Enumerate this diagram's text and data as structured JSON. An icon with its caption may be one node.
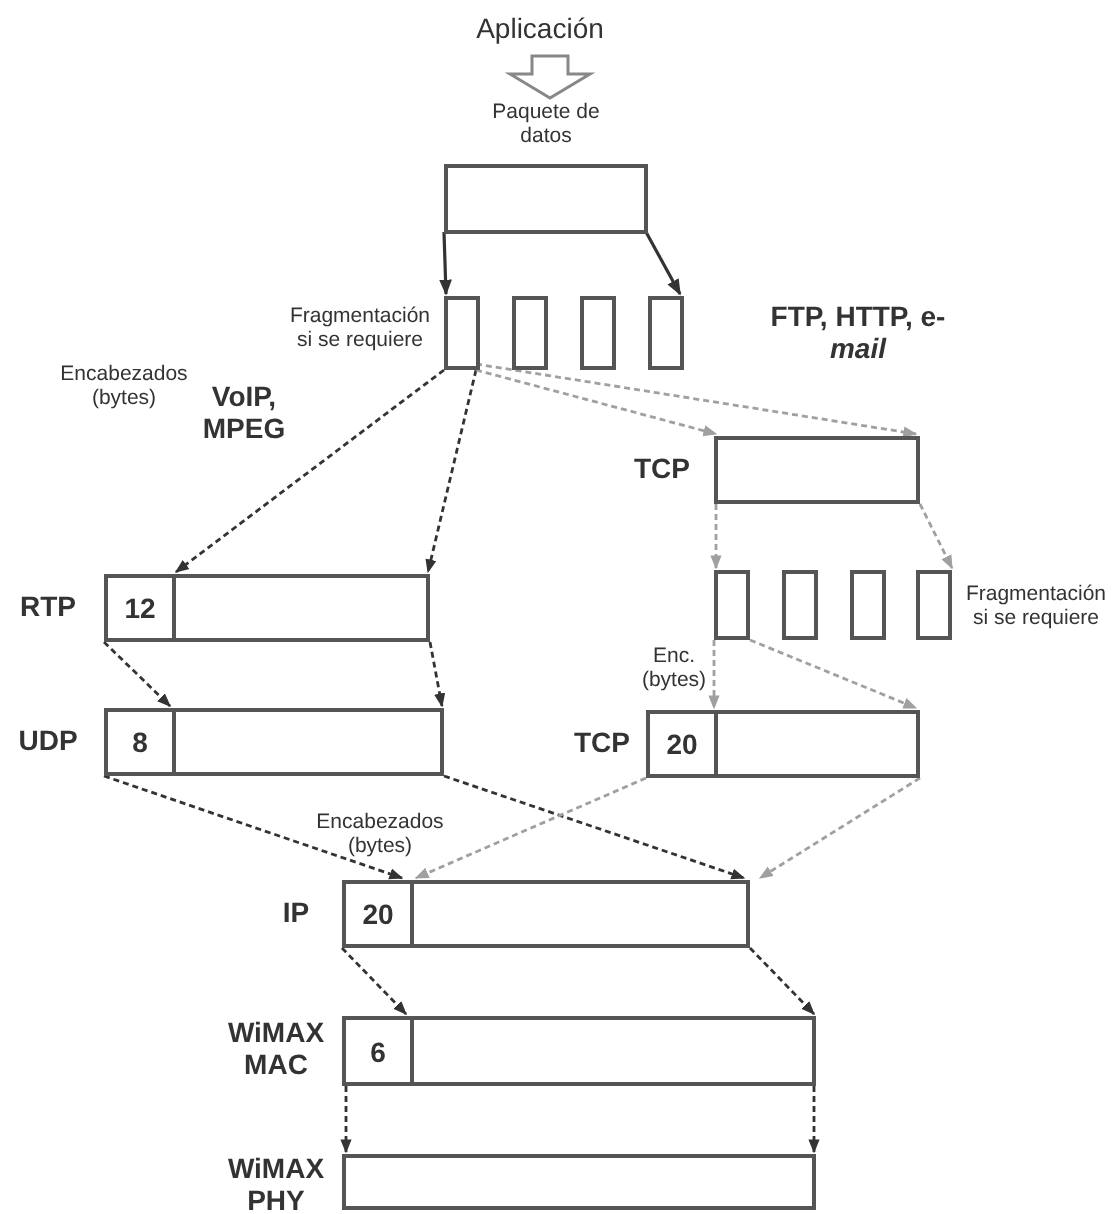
{
  "diagram": {
    "nodes": [
      {
        "text": [
          "Aplicación"
        ]
      },
      {
        "text": [
          "Paquete de datos"
        ]
      },
      {
        "text": [],
        "shape": "box"
      },
      {
        "text": [],
        "shape": "box"
      },
      {
        "text": [],
        "shape": "box"
      },
      {
        "text": [],
        "shape": "box"
      },
      {
        "text": [
          "12"
        ],
        "beside": [
          "RTP"
        ]
      },
      {
        "text": [
          "8"
        ],
        "beside": [
          "UDP"
        ]
      },
      {
        "text": [],
        "shape": "box",
        "beside": [
          "TCP"
        ]
      },
      {
        "text": [],
        "shape": "box"
      },
      {
        "text": [],
        "shape": "box"
      },
      {
        "text": [],
        "shape": "box"
      },
      {
        "text": [],
        "shape": "box"
      },
      {
        "text": [
          "20"
        ],
        "beside": [
          "TCP"
        ]
      },
      {
        "text": [
          "20"
        ],
        "beside": [
          "IP"
        ]
      },
      {
        "text": [
          "6"
        ],
        "beside": [
          "WiMAX MAC"
        ]
      },
      {
        "text": [],
        "shape": "box",
        "beside": [
          "WiMAX PHY"
        ]
      }
    ],
    "edges": [
      {
        "from": 0,
        "to": 1,
        "arrow": "to",
        "style": "thick"
      },
      {
        "from": 1,
        "to": 2,
        "arrow": "to"
      },
      {
        "from": 1,
        "to": 5,
        "arrow": "to"
      },
      {
        "from": 2,
        "to": 6,
        "arrow": "to",
        "style": "dashed"
      },
      {
        "from": 2,
        "to": 6,
        "arrow": "to",
        "style": "dashed"
      },
      {
        "from": 2,
        "to": 8,
        "arrow": "to",
        "style": "dashed",
        "color": "#a0a0a0"
      },
      {
        "from": 2,
        "to": 8,
        "arrow": "to",
        "style": "dashed",
        "color": "#a0a0a0"
      },
      {
        "from": 6,
        "to": 7,
        "arrow": "to",
        "style": "dashed"
      },
      {
        "from": 6,
        "to": 7,
        "arrow": "to",
        "style": "dashed"
      },
      {
        "from": 8,
        "to": 9,
        "arrow": "to",
        "style": "dashed",
        "color": "#a0a0a0"
      },
      {
        "from": 8,
        "to": 12,
        "arrow": "to",
        "style": "dashed",
        "color": "#a0a0a0"
      },
      {
        "from": 9,
        "to": 13,
        "arrow": "to",
        "style": "dashed",
        "color": "#a0a0a0"
      },
      {
        "from": 9,
        "to": 13,
        "arrow": "to",
        "style": "dashed",
        "color": "#a0a0a0"
      },
      {
        "from": 7,
        "to": 14,
        "arrow": "to",
        "style": "dashed"
      },
      {
        "from": 7,
        "to": 14,
        "arrow": "to",
        "style": "dashed"
      },
      {
        "from": 13,
        "to": 14,
        "arrow": "to",
        "style": "dashed",
        "color": "#a0a0a0"
      },
      {
        "from": 13,
        "to": 14,
        "arrow": "to",
        "style": "dashed",
        "color": "#a0a0a0"
      },
      {
        "from": 14,
        "to": 15,
        "arrow": "to",
        "style": "dashed"
      },
      {
        "from": 14,
        "to": 15,
        "arrow": "to",
        "style": "dashed"
      },
      {
        "from": 15,
        "to": 16,
        "arrow": "to",
        "style": "dashed"
      },
      {
        "from": 15,
        "to": 16,
        "arrow": "to",
        "style": "dashed"
      }
    ],
    "labels": [
      "Fragmentación si se requiere",
      "FTP, HTTP, e-*mail*",
      "VoIP, MPEG",
      "Encabezados (bytes)",
      "Fragmentación si se requiere",
      "Enc. (bytes)",
      "Encabezados (bytes)"
    ]
  }
}
